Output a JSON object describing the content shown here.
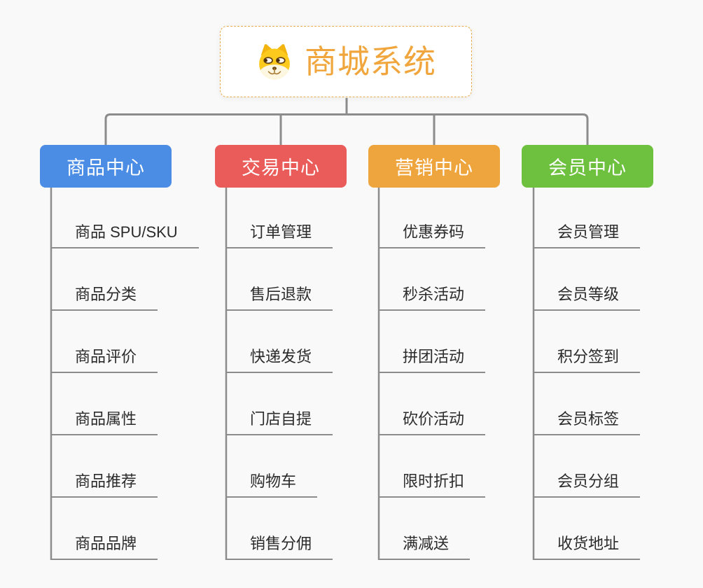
{
  "canvas": {
    "background": "#f9f9f9"
  },
  "connectors": {
    "color": "#8c8c8c"
  },
  "root": {
    "title": "商城系统",
    "title_color": "#f0a63c",
    "border_color": "#e9aa4b",
    "icon": "dog-face-icon"
  },
  "branches": [
    {
      "label": "商品中心",
      "color": "#4b8de4",
      "children": [
        "商品 SPU/SKU",
        "商品分类",
        "商品评价",
        "商品属性",
        "商品推荐",
        "商品品牌"
      ]
    },
    {
      "label": "交易中心",
      "color": "#ea5c5a",
      "children": [
        "订单管理",
        "售后退款",
        "快递发货",
        "门店自提",
        "购物车",
        "销售分佣"
      ]
    },
    {
      "label": "营销中心",
      "color": "#efa53e",
      "children": [
        "优惠券码",
        "秒杀活动",
        "拼团活动",
        "砍价活动",
        "限时折扣",
        "满减送"
      ]
    },
    {
      "label": "会员中心",
      "color": "#6dc13f",
      "children": [
        "会员管理",
        "会员等级",
        "积分签到",
        "会员标签",
        "会员分组",
        "收货地址"
      ]
    }
  ]
}
